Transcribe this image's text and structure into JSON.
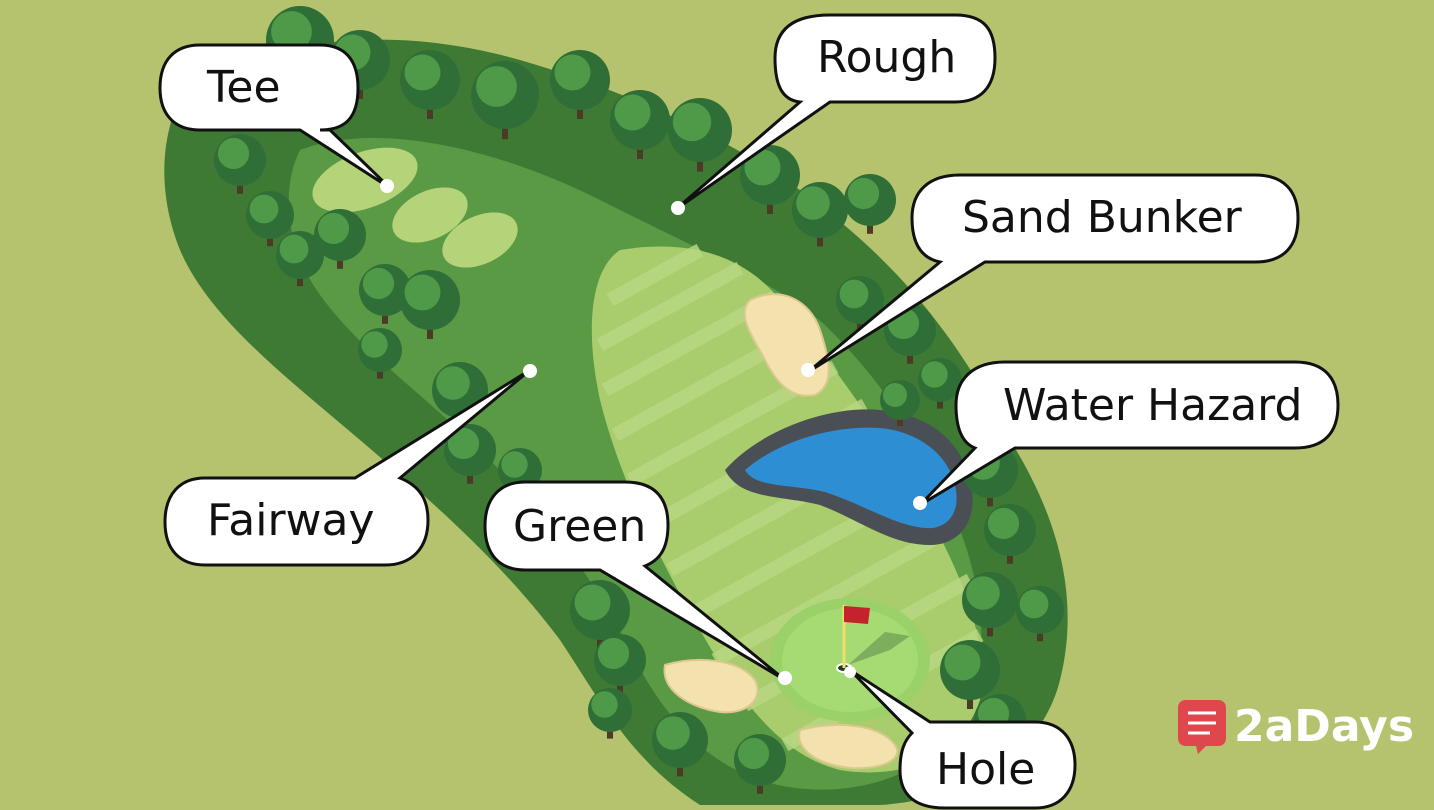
{
  "labels": {
    "tee": "Tee",
    "rough": "Rough",
    "sand_bunker": "Sand Bunker",
    "water_hazard": "Water Hazard",
    "fairway": "Fairway",
    "green": "Green",
    "hole": "Hole"
  },
  "logo": {
    "text": "2aDays",
    "color": "#e0474c"
  },
  "colors": {
    "background": "#b5c36f",
    "rough": "#4e8a3d",
    "fairway": "#a9cc6d",
    "green": "#9bd169",
    "sand": "#f3e2ae",
    "water": "#2e8ed4",
    "tree_dark": "#2f6e36",
    "tree_light": "#4f9a48",
    "flag": "#c4232b"
  }
}
